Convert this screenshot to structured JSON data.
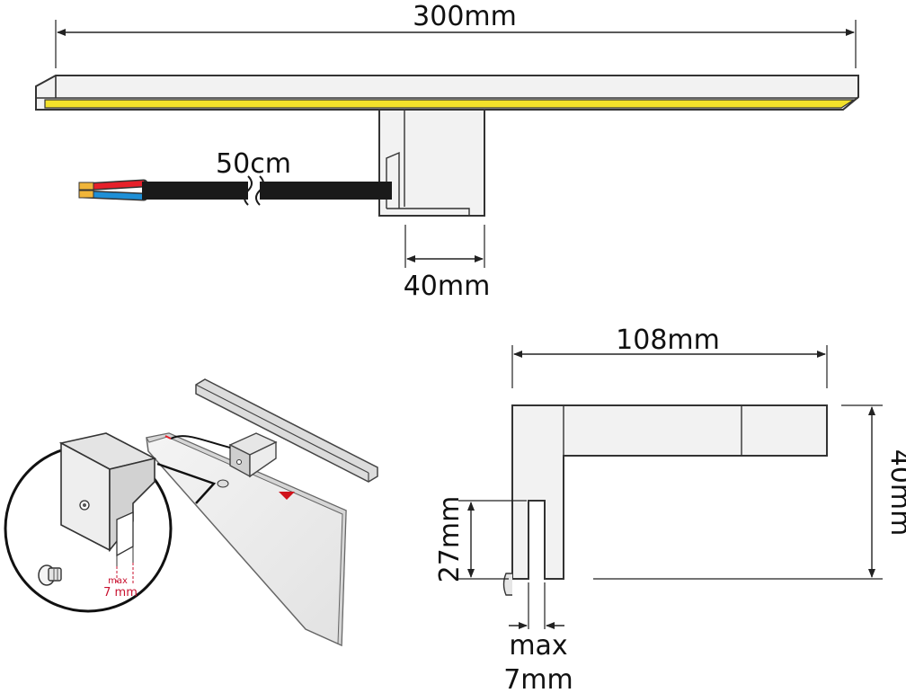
{
  "labels": {
    "total_length": "300mm",
    "cable_length": "50cm",
    "bracket_width": "40mm",
    "side_depth": "108mm",
    "side_height": "40mm",
    "clamp_depth": "27mm",
    "max_line1": "max",
    "max_line2": "7mm",
    "inset_max": "max",
    "inset_7mm": "7 mm"
  },
  "colors": {
    "led_strip": "#f3e12a",
    "body_fill": "#f2f2f2",
    "outline": "#333333",
    "cable_black": "#1a1a1a",
    "wire_red": "#e6202a",
    "wire_blue": "#1e8fd6",
    "wire_copper": "#f0b53a",
    "mirror_arrow": "#d0121b"
  }
}
